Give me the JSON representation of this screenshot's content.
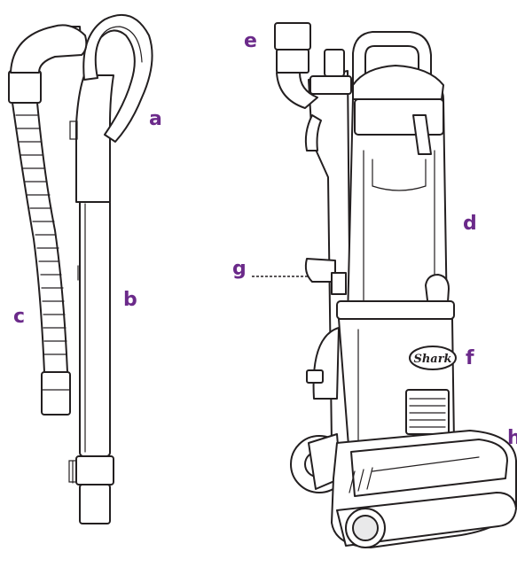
{
  "labels": {
    "a": "a",
    "b": "b",
    "c": "c",
    "d": "d",
    "e": "e",
    "f": "f",
    "g": "g",
    "h": "h"
  },
  "brand_text": "Shark",
  "colors": {
    "label": "#6b2a8a",
    "line": "#231f20",
    "fill": "#ffffff"
  }
}
